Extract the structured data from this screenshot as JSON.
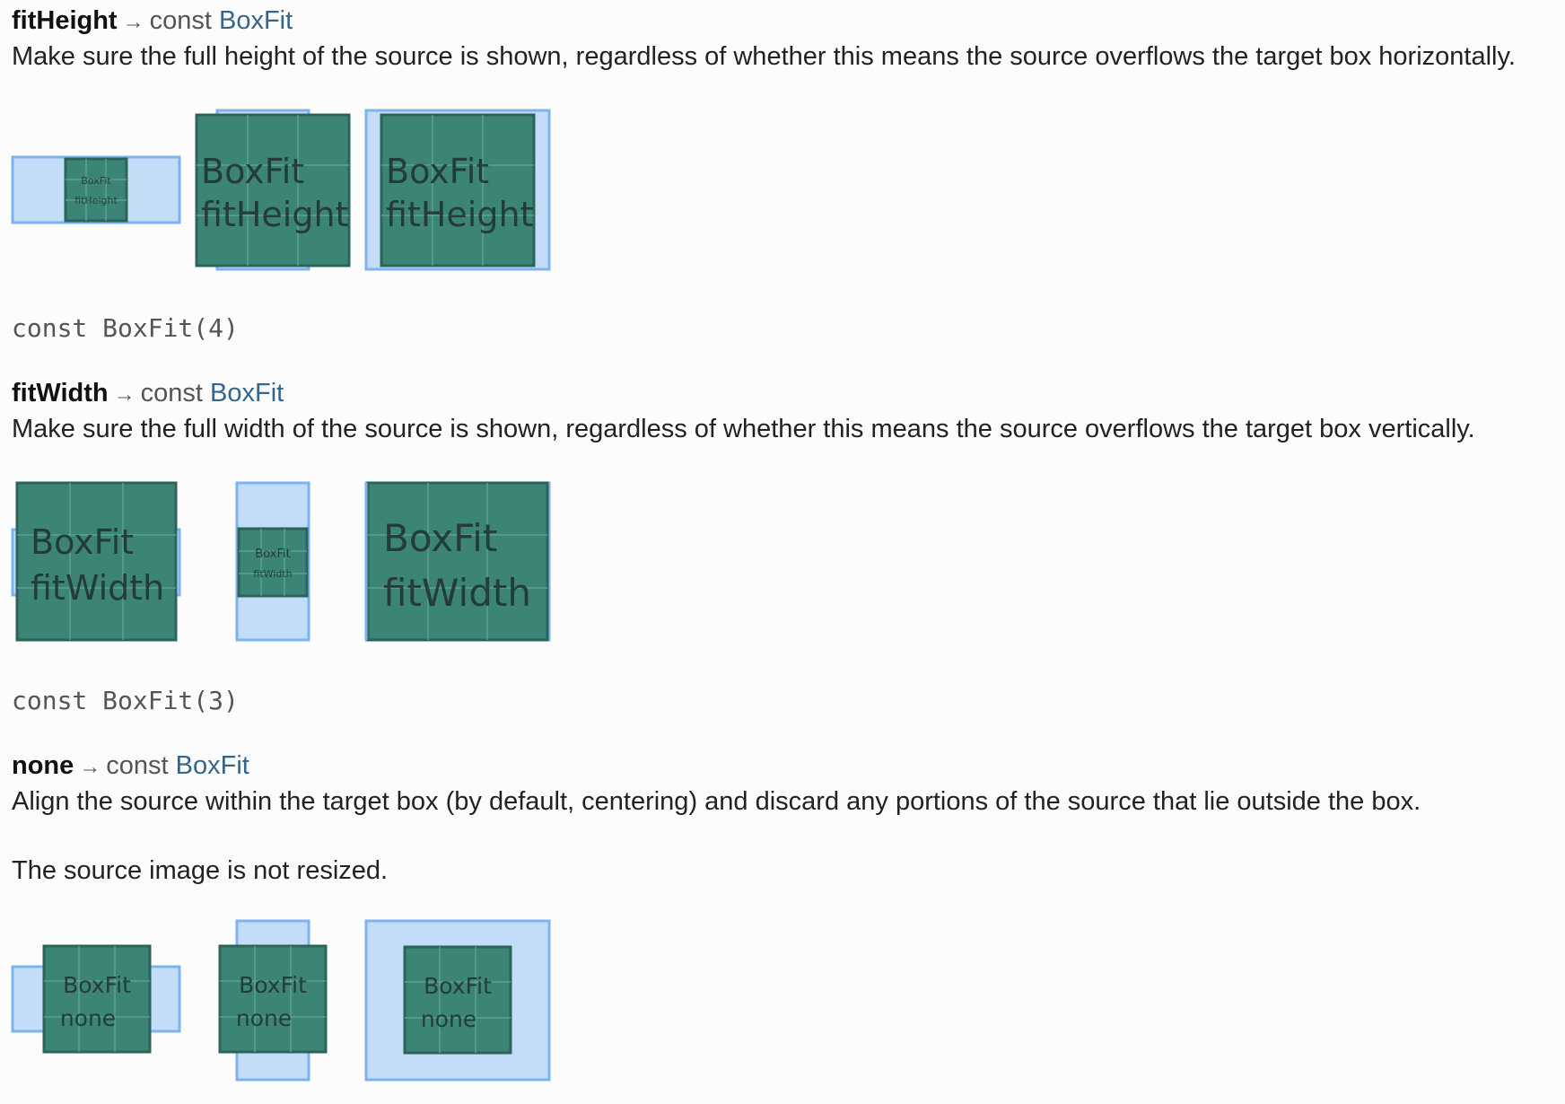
{
  "sections": {
    "fitHeight": {
      "name": "fitHeight",
      "arrow": "→",
      "keyword": "const",
      "type": "BoxFit",
      "description": "Make sure the full height of the source is shown, regardless of whether this means the source overflows the target box horizontally.",
      "image_label_line1": "BoxFit",
      "image_label_line2": "fitHeight",
      "const_value": "const BoxFit(4)"
    },
    "fitWidth": {
      "name": "fitWidth",
      "arrow": "→",
      "keyword": "const",
      "type": "BoxFit",
      "description": "Make sure the full width of the source is shown, regardless of whether this means the source overflows the target box vertically.",
      "image_label_line1": "BoxFit",
      "image_label_line2": "fitWidth",
      "const_value": "const BoxFit(3)"
    },
    "none": {
      "name": "none",
      "arrow": "→",
      "keyword": "const",
      "type": "BoxFit",
      "description": "Align the source within the target box (by default, centering) and discard any portions of the source that lie outside the box.",
      "description2": "The source image is not resized.",
      "image_label_line1": "BoxFit",
      "image_label_line2": "none"
    }
  },
  "colors": {
    "target_fill": "#c3ddf8",
    "target_stroke": "#7db4ee",
    "source_fill": "#3b8476",
    "type_link": "#36648b"
  }
}
